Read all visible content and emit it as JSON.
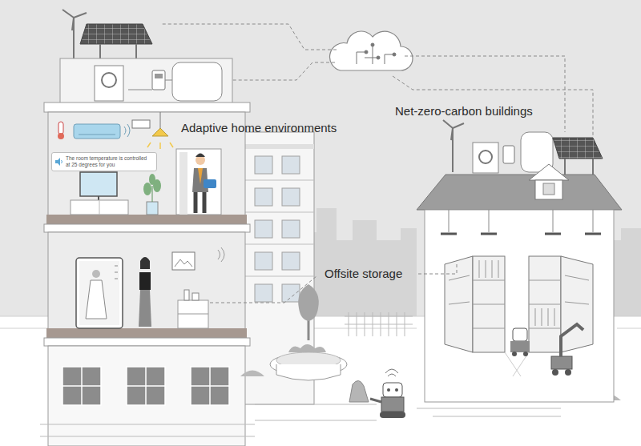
{
  "diagram": {
    "nodes": [
      {
        "text": [
          "The room temperature is controlled at 25 degrees for you"
        ]
      }
    ],
    "labels": [
      "Adaptive home environments",
      "Net-zero-carbon buildings",
      "Offsite storage"
    ]
  }
}
